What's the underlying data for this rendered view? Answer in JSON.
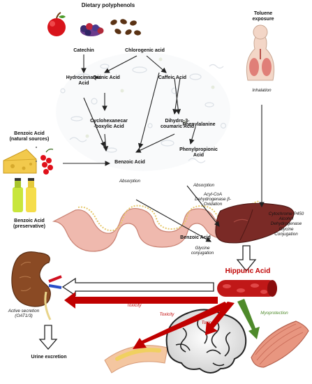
{
  "labels": {
    "dietary_polyphenols": "Dietary polyphenols",
    "catechin": "Catechin",
    "chlorogenic_acid": "Chlorogenic acid",
    "hydrocinnamic_acid": "Hydrocinnamic\nAcid",
    "quinic_acid": "Quinic Acid",
    "caffeic_acid": "Caffeic Acid",
    "cyclohexanecarboxylic_acid": "Cyclohexanecar\n-boxylic Acid",
    "dihydro_coumaric_acid": "Dihydro-3-\ncoumaric Acid",
    "phenylalanine": "Phenylalanine",
    "benzoic_acid_natural": "Benzoic Acid\n(natural sources)",
    "benzoic_acid_center": "Benzoic Acid",
    "absorption_gut": "Absorption",
    "phenylpropionic_acid": "Phenylpropionic\nAcid",
    "absorption_right": "Absorption",
    "enzymes_left": "Acyl-CoA\nDehydrogenase β-\nOxidation",
    "benzoic_acid_preservative": "Benzoic Acid\n(preservative)",
    "toluene_exposure": "Toluene\nexposure",
    "inhalation": "Inhalation",
    "enzymes_right": "Cytochrome P450\nAlcohol\nDehydrogenase\nGlycine\nConjugation",
    "benzoic_acid_lower": "Benzoic Acid",
    "glycine_conjugation": "Glycine\nconjugation",
    "hippuric_acid": "Hippuric Acid",
    "toxicity_kidney": "Toxicity",
    "toxicity_vessel": "Toxicity",
    "toxicity_brain": "Toxicity",
    "myoprotection": "Myoprotection",
    "active_secretion": "Active secretion\n(OAT1/3)",
    "urine_excretion": "Urine excretion"
  },
  "icons": {
    "fruit": "apple-icon",
    "berries": "berries-icon",
    "coffee": "coffee-beans-icon",
    "cheese": "cheese-icon",
    "currants": "currants-icon",
    "bottles": "drink-bottles-icon",
    "human": "lungs-torso-icon",
    "liver": "liver-icon",
    "kidney": "kidney-icon",
    "intestine": "intestine-icon",
    "blood_vessel": "blood-vessel-icon",
    "artery": "artery-plaque-icon",
    "brain": "brain-icon",
    "muscle": "muscle-icon"
  },
  "colors": {
    "toxicity_arrow": "#c00000",
    "myoprotection_arrow": "#4e8a2a",
    "hippuric_text": "#c00000"
  }
}
